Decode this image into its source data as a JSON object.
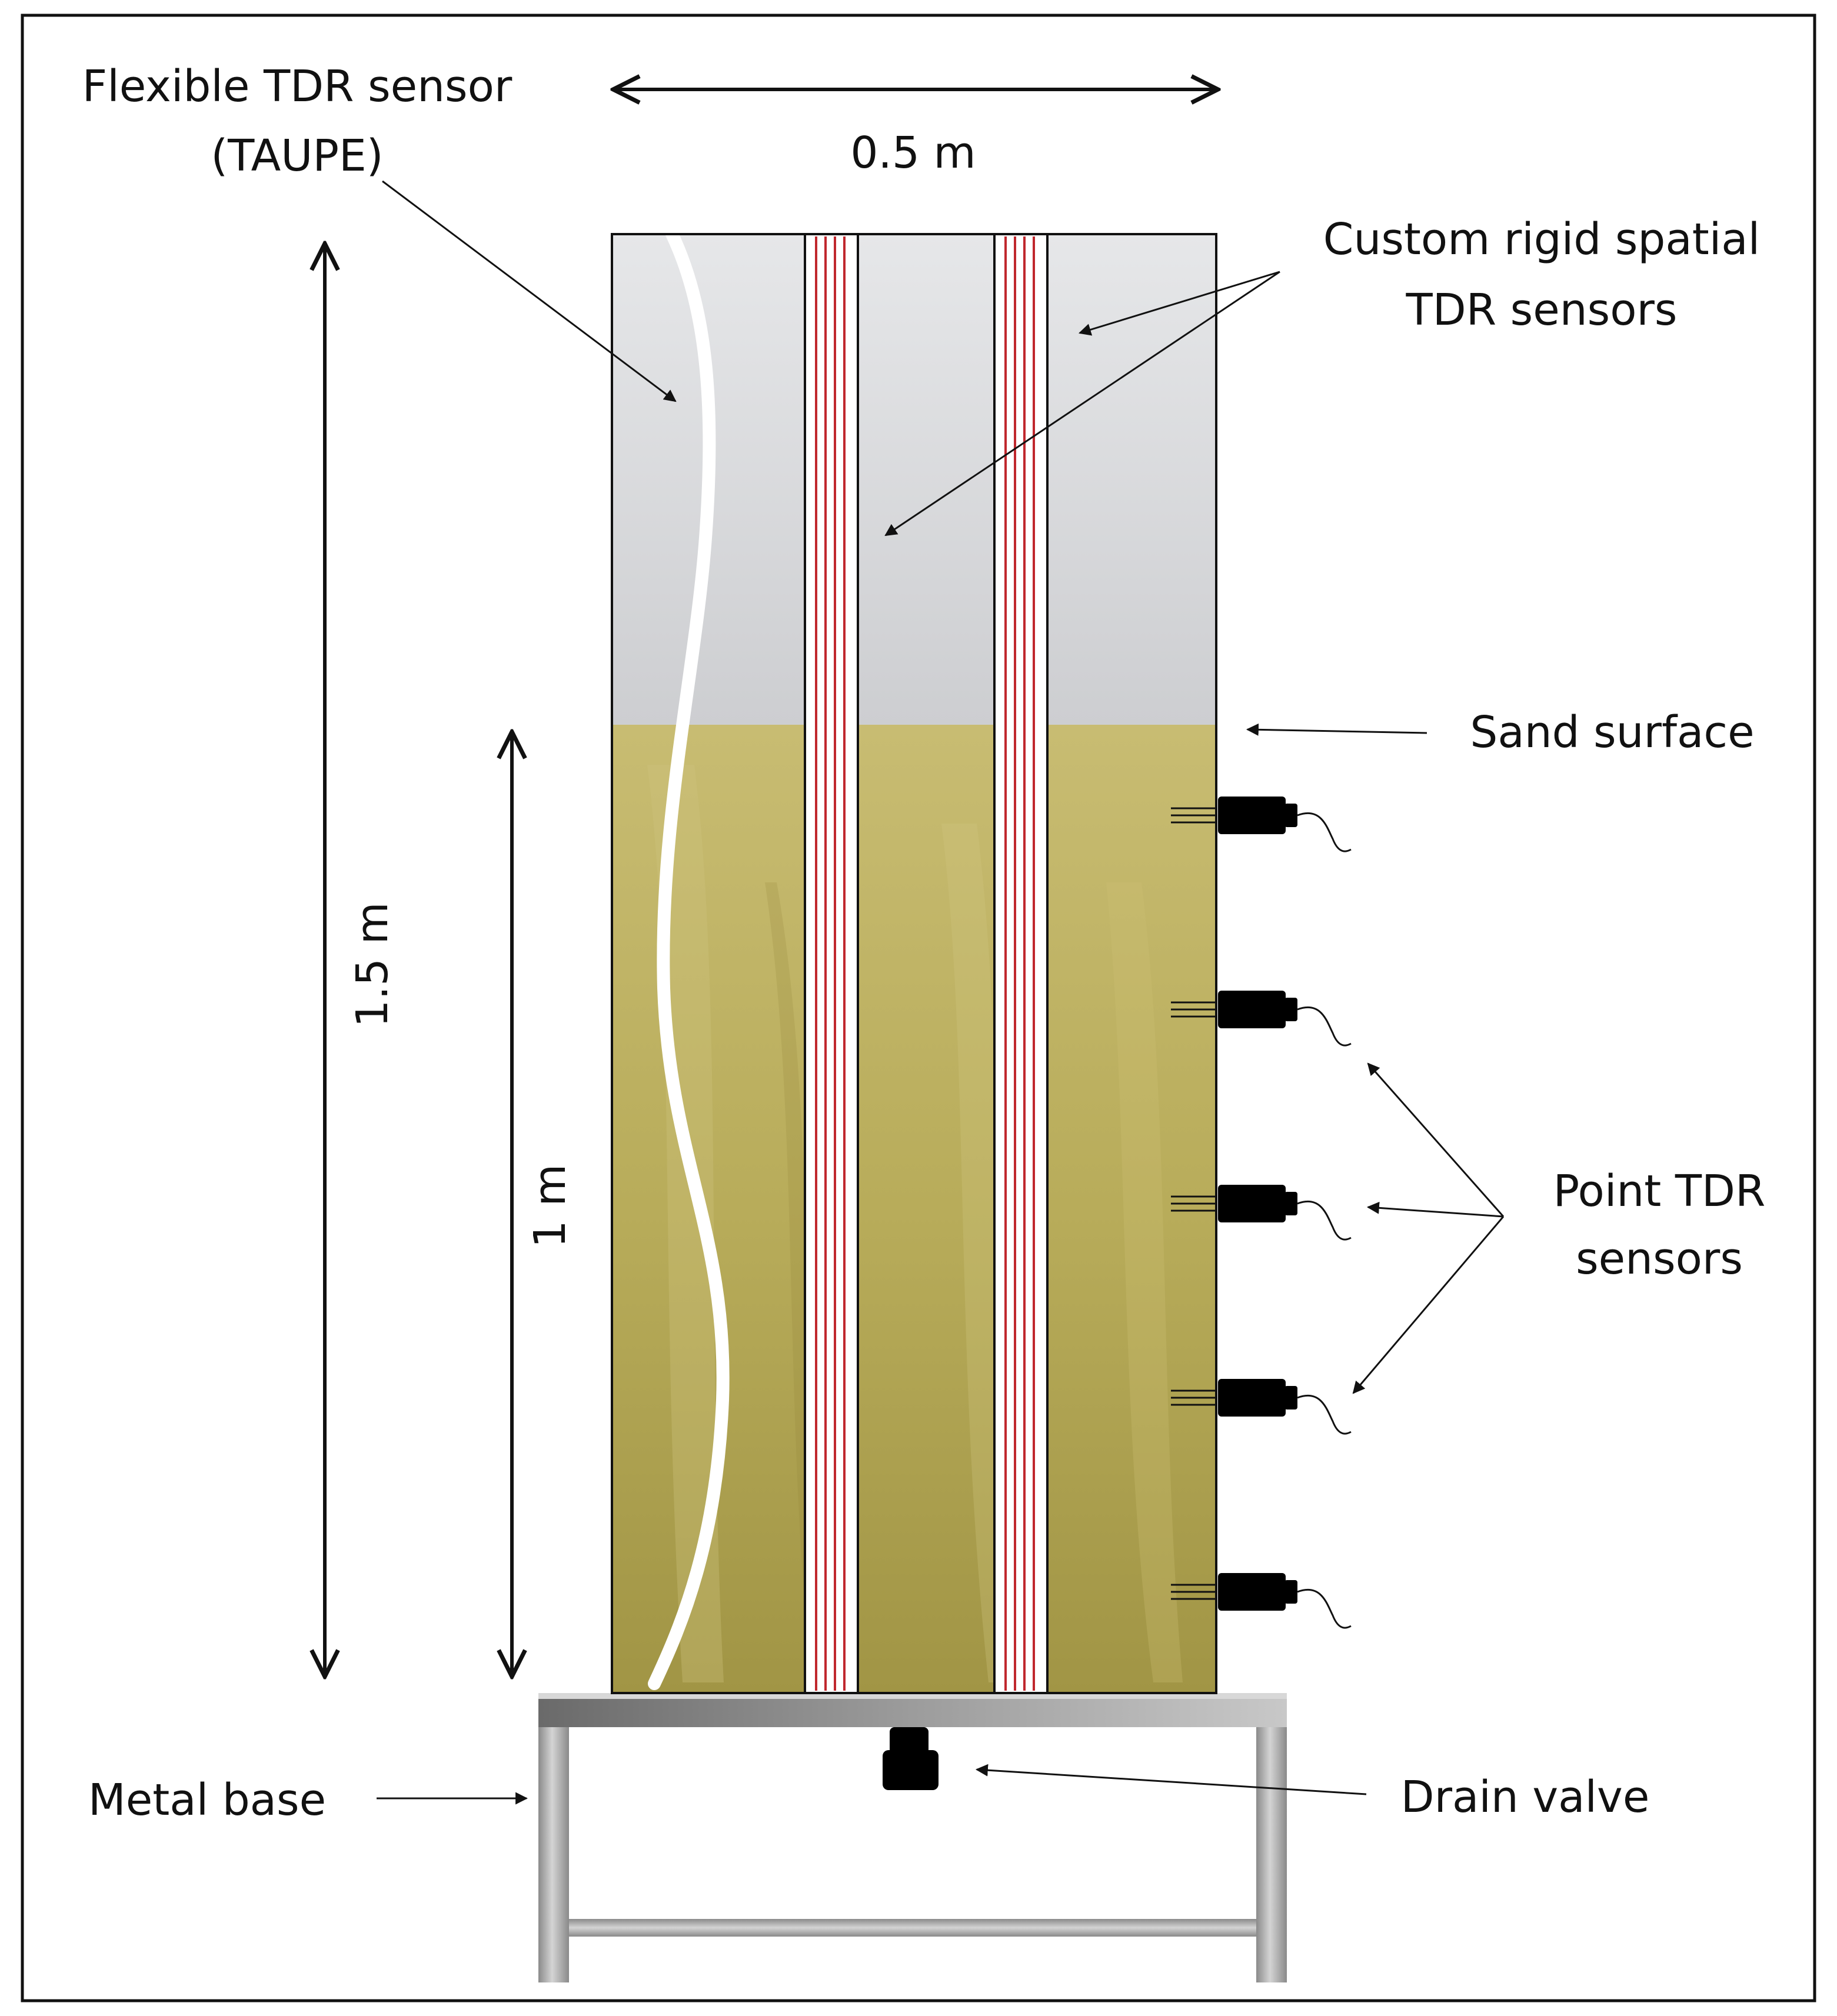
{
  "labels": {
    "flexible_sensor_line1": "Flexible TDR sensor",
    "flexible_sensor_line2": "(TAUPE)",
    "width_dim": "0.5 m",
    "rigid_sensors_line1": "Custom rigid spatial",
    "rigid_sensors_line2": "TDR sensors",
    "sand_surface": "Sand surface",
    "height_total_dim": "1.5 m",
    "height_sand_dim": "1 m",
    "point_sensors_line1": "Point TDR",
    "point_sensors_line2": "sensors",
    "metal_base": "Metal base",
    "drain_valve": "Drain valve"
  },
  "colors": {
    "air_top": "#e6e7e9",
    "air_bottom": "#cdced1",
    "sand_top": "#c8bc72",
    "sand_bottom": "#a19545",
    "rigid_rod_stripe": "#c0282e",
    "sensor_body": "#000000",
    "metal_light": "#c4c4c4",
    "metal_dark": "#6e6e6e"
  },
  "point_sensor_count": 5
}
